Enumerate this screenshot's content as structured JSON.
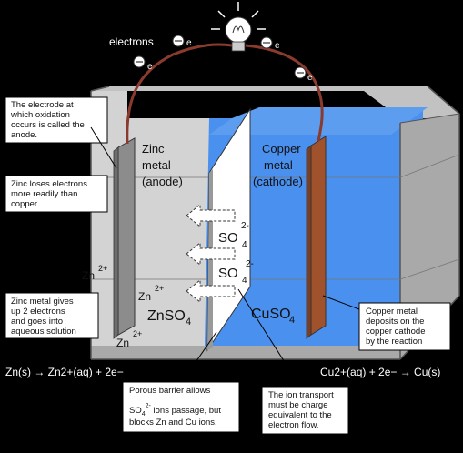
{
  "labels": {
    "electrons": "electrons",
    "zinc": [
      "Zinc",
      "metal",
      "(anode)"
    ],
    "copper": [
      "Copper",
      "metal",
      "(cathode)"
    ],
    "zn2_left": "Zn",
    "zn2_mid": "Zn",
    "zn2_bottom": "Zn",
    "two_plus": "2+",
    "two_minus": "2-",
    "so4": "SO",
    "four": "4",
    "znso4": "ZnSO",
    "cuso4": "CuSO",
    "electron_symbol": "e"
  },
  "callouts": {
    "oxidation": [
      "The electrode at",
      "which oxidation",
      "occurs is called the",
      "anode."
    ],
    "zinc_loses": [
      "Zinc loses electrons",
      "more readily than",
      "copper."
    ],
    "zinc_gives": [
      "Zinc metal gives",
      "up 2 electrons",
      "and goes into",
      "aqueous solution"
    ],
    "copper_deposits": [
      "Copper metal",
      "deposits on the",
      "copper cathode",
      "by the reaction"
    ],
    "barrier": [
      "Porous barrier allows",
      "ions passage, but",
      "blocks Zn and Cu ions."
    ],
    "ion_transport": [
      "The ion transport",
      "must be charge",
      "equivalent to the",
      "electron flow."
    ]
  },
  "equations": {
    "zinc": "Zn(s) → Zn2+(aq) + 2e−",
    "copper": "Cu2+(aq) + 2e− → Cu(s)"
  },
  "colors": {
    "solution_left": "#d3d3d3",
    "solution_right": "#4a90ee",
    "container": "#a9a9a9",
    "zinc_electrode": "#8c8c8c",
    "copper_electrode": "#a0522d",
    "wire": "#8b3a2e",
    "callout_bg": "#ffffff"
  }
}
